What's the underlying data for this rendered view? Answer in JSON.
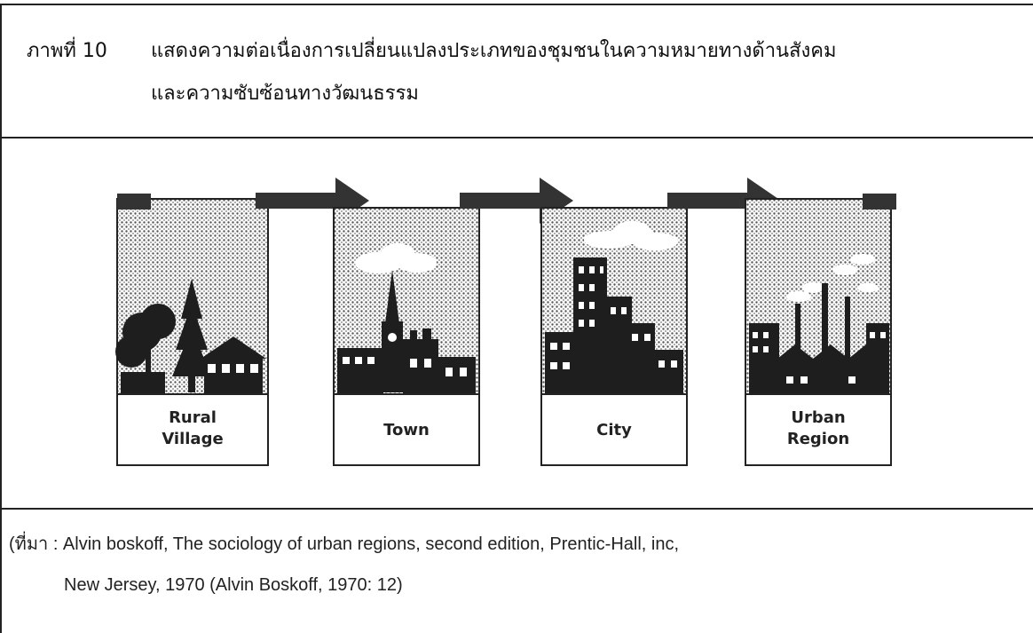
{
  "caption": {
    "figure_number": "ภาพที่ 10",
    "line1": "แสดงความต่อเนื่องการเปลี่ยนแปลงประเภทของชุมชนในความหมายทางด้านสังคม",
    "line2": "และความซับซ้อนทางวัฒนธรรม"
  },
  "stages": [
    {
      "label_line1": "Rural",
      "label_line2": "Village"
    },
    {
      "label_line1": "Town",
      "label_line2": ""
    },
    {
      "label_line1": "City",
      "label_line2": ""
    },
    {
      "label_line1": "Urban",
      "label_line2": "Region"
    }
  ],
  "source": {
    "line1": "(ที่มา : Alvin boskoff, The sociology of urban regions, second edition, Prentic-Hall, inc,",
    "line2": "New Jersey, 1970  (Alvin Boskoff, 1970: 12)"
  },
  "colors": {
    "ink": "#222222",
    "sky_dot": "#555555",
    "building": "#1e1e1e"
  }
}
